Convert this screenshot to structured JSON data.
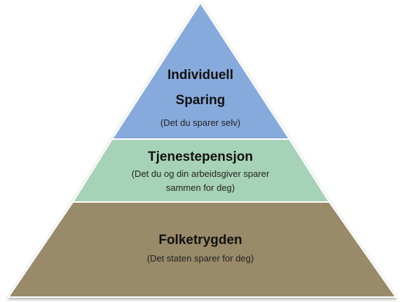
{
  "colors": {
    "top": "#86aadb",
    "middle": "#a6d2b7",
    "bottom": "#998a69",
    "border": "#ffffff"
  },
  "levels": [
    {
      "title_line1": "Individuell",
      "title_line2": "Sparing",
      "subtitle": "(Det du sparer selv)"
    },
    {
      "title": "Tjenestepensjon",
      "subtitle_line1": "(Det du og din arbeidsgiver sparer",
      "subtitle_line2": "sammen for deg)"
    },
    {
      "title": "Folketrygden",
      "subtitle": "(Det staten sparer for deg)"
    }
  ]
}
